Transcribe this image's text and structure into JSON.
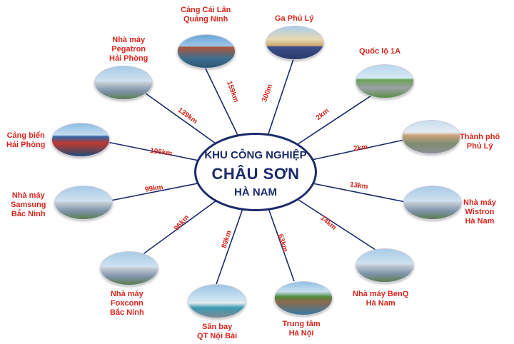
{
  "hub": {
    "line1": "KHU CÔNG NGHIỆP",
    "line2": "CHÂU SƠN",
    "line3": "HÀ NAM"
  },
  "destinations": [
    {
      "label": [
        "Cảng Cái Lân",
        "Quảng Ninh"
      ],
      "distance": "159km",
      "icon": "port-photo"
    },
    {
      "label": [
        "Ga Phủ Lý"
      ],
      "distance": "300m",
      "icon": "train-station-photo"
    },
    {
      "label": [
        "Quốc lộ 1A"
      ],
      "distance": "2km",
      "icon": "highway-photo"
    },
    {
      "label": [
        "Thành phố",
        "Phủ Lý"
      ],
      "distance": "2km",
      "icon": "city-photo"
    },
    {
      "label": [
        "Nhà máy",
        "Wistron",
        "Hà Nam"
      ],
      "distance": "13km",
      "icon": "factory-photo"
    },
    {
      "label": [
        "Nhà máy BenQ",
        "Hà Nam"
      ],
      "distance": "14km",
      "icon": "factory-photo"
    },
    {
      "label": [
        "Trung tâm",
        "Hà Nội"
      ],
      "distance": "63km",
      "icon": "temple-photo"
    },
    {
      "label": [
        "Sân bay",
        "QT Nội Bài"
      ],
      "distance": "89km",
      "icon": "airport-photo"
    },
    {
      "label": [
        "Nhà máy",
        "Foxconn",
        "Bắc Ninh"
      ],
      "distance": "96km",
      "icon": "factory-photo"
    },
    {
      "label": [
        "Nhà máy",
        "Samsung",
        "Bắc Ninh"
      ],
      "distance": "99km",
      "icon": "factory-photo"
    },
    {
      "label": [
        "Cảng biển",
        "Hải Phòng"
      ],
      "distance": "106km",
      "icon": "seaport-photo"
    },
    {
      "label": [
        "Nhà máy",
        "Pegatron",
        "Hải Phòng"
      ],
      "distance": "139km",
      "icon": "factory-photo"
    }
  ],
  "colors": {
    "hub": "#1b2a6b",
    "label": "#d9251c",
    "line": "#1b2a6b"
  }
}
